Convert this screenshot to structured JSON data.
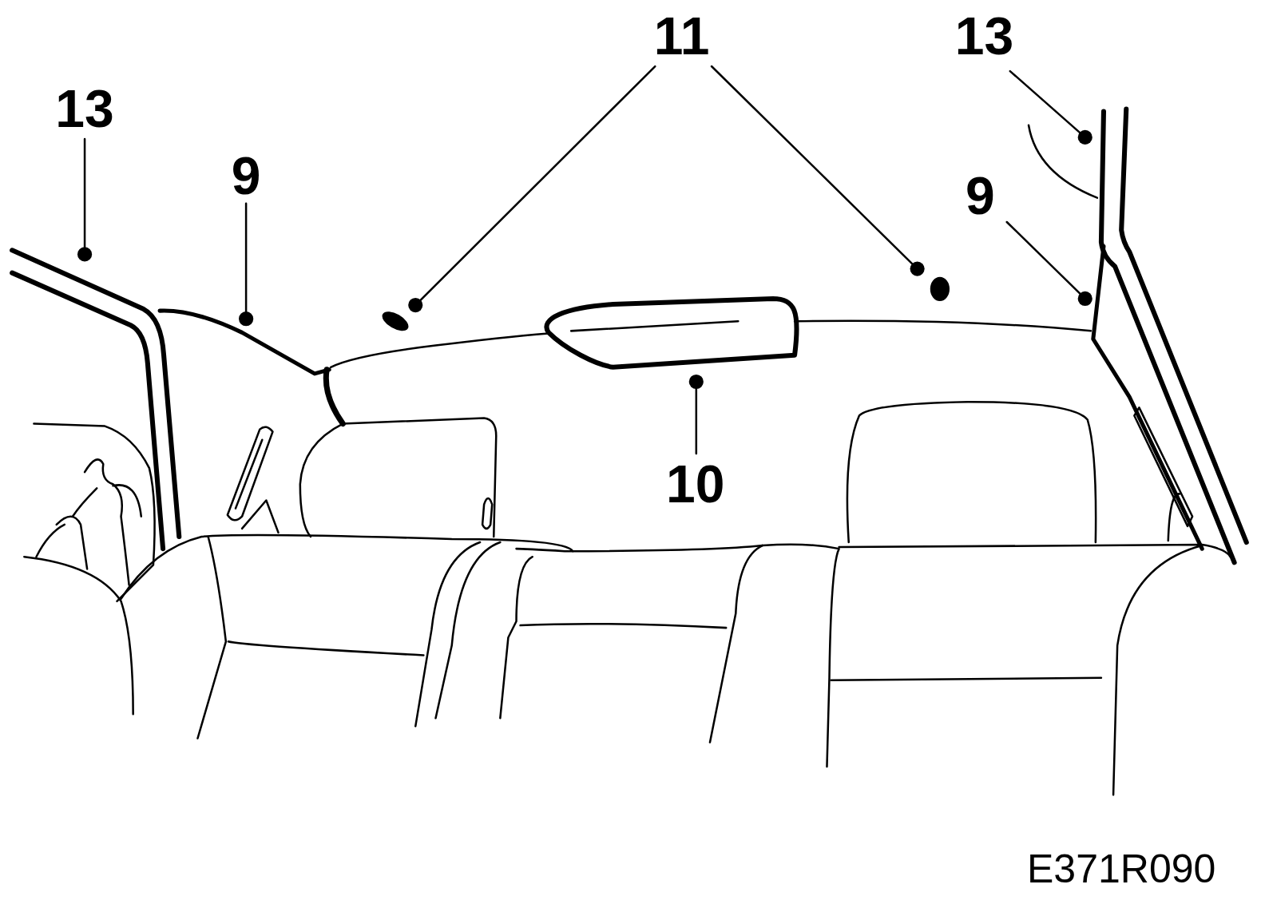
{
  "diagram": {
    "labels": [
      "11",
      "13",
      "13",
      "9",
      "9",
      "10",
      "E371R090"
    ]
  }
}
